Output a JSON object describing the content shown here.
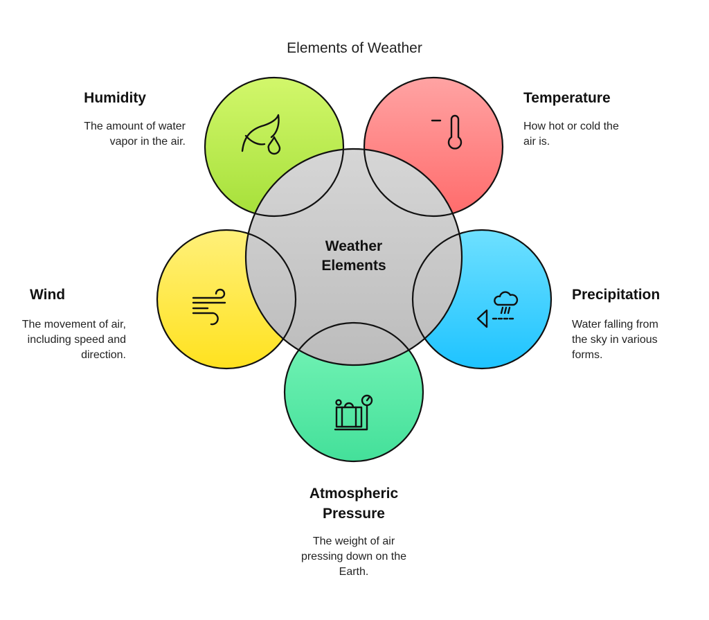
{
  "title": "Elements of Weather",
  "center": {
    "line1": "Weather",
    "line2": "Elements"
  },
  "elements": [
    {
      "name": "Humidity",
      "description": "The amount of water vapor in the air.",
      "icon": "leaf-water-drop-icon",
      "color_top": "#d2f76b",
      "color_bottom": "#a6e03a"
    },
    {
      "name": "Temperature",
      "description": "How hot or cold the air is.",
      "icon": "thermometer-icon",
      "color_top": "#ffa3a3",
      "color_bottom": "#ff6b6b"
    },
    {
      "name": "Wind",
      "description": "The movement of air, including speed and direction.",
      "icon": "wind-icon",
      "color_top": "#fff07a",
      "color_bottom": "#ffe21f"
    },
    {
      "name": "Precipitation",
      "description": "Water falling from the sky in various forms.",
      "icon": "rain-cloud-icon",
      "color_top": "#6ee0ff",
      "color_bottom": "#1ec3ff"
    },
    {
      "name": "Atmospheric Pressure",
      "description": "The weight of air pressing down on the Earth.",
      "icon": "pressure-gauge-icon",
      "color_top": "#78f5b8",
      "color_bottom": "#44e09a"
    }
  ]
}
